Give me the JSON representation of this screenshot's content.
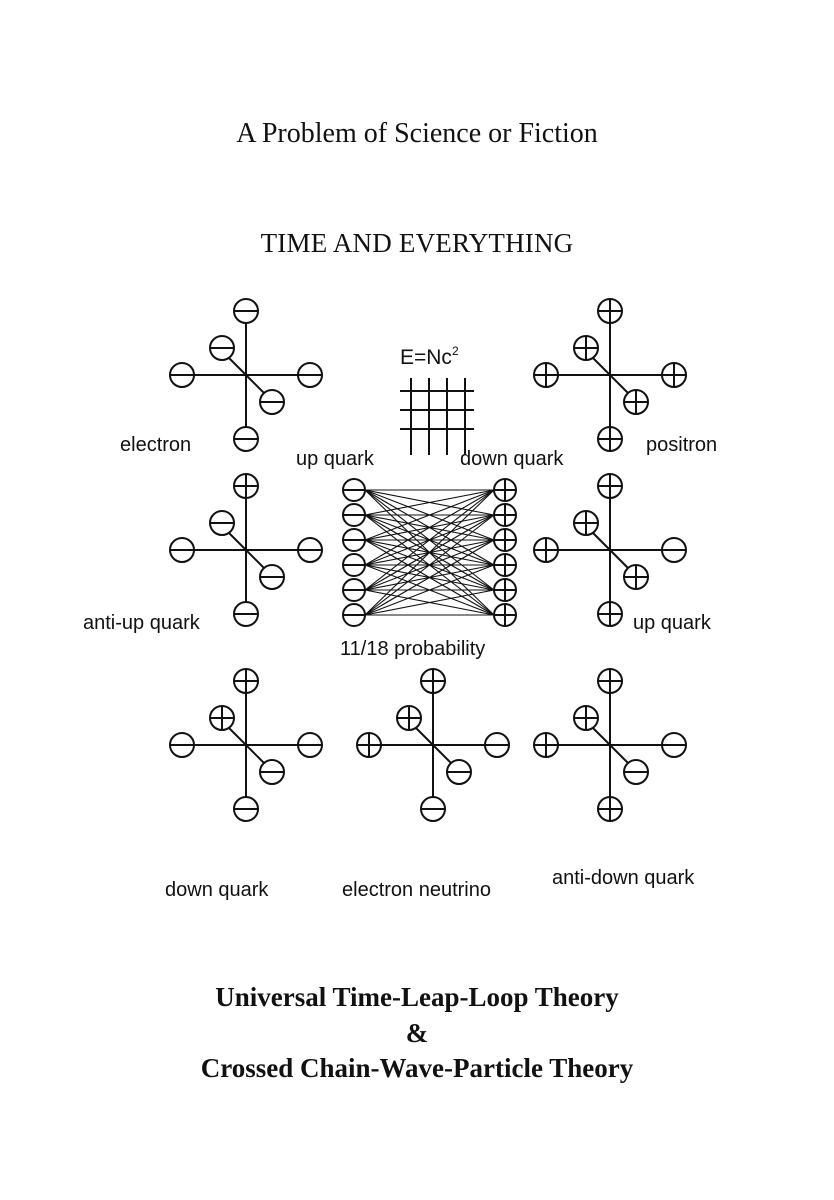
{
  "header": {
    "subtitle": "A Problem of Science or Fiction",
    "title": "TIME AND EVERYTHING"
  },
  "diagram": {
    "equation": {
      "base": "E=Nc",
      "exponent": "2"
    },
    "labels": {
      "electron": "electron",
      "up_quark_top": "up quark",
      "down_quark_top": "down quark",
      "positron": "positron",
      "anti_up_quark": "anti-up quark",
      "up_quark_right": "up quark",
      "probability": "11/18 probability",
      "down_quark_bottom": "down quark",
      "electron_neutrino": "electron neutrino",
      "anti_down_quark": "anti-down quark"
    },
    "particles": [
      {
        "name": "electron",
        "top": "minus",
        "upper_left": "minus",
        "left": "minus",
        "right": "minus",
        "lower_right": "minus",
        "bottom": "minus"
      },
      {
        "name": "positron",
        "top": "plus",
        "upper_left": "plus",
        "left": "plus",
        "right": "plus",
        "lower_right": "plus",
        "bottom": "plus"
      },
      {
        "name": "anti-up quark",
        "top": "plus",
        "upper_left": "minus",
        "left": "minus",
        "right": "minus",
        "lower_right": "minus",
        "bottom": "minus"
      },
      {
        "name": "up quark",
        "top": "plus",
        "upper_left": "plus",
        "left": "plus",
        "right": "minus",
        "lower_right": "plus",
        "bottom": "plus"
      },
      {
        "name": "down quark",
        "top": "plus",
        "upper_left": "plus",
        "left": "minus",
        "right": "minus",
        "lower_right": "minus",
        "bottom": "minus"
      },
      {
        "name": "electron neutrino",
        "top": "plus",
        "upper_left": "plus",
        "left": "plus",
        "right": "minus",
        "lower_right": "minus",
        "bottom": "minus"
      },
      {
        "name": "anti-down quark",
        "top": "plus",
        "upper_left": "plus",
        "left": "plus",
        "right": "minus",
        "lower_right": "minus",
        "bottom": "plus"
      }
    ],
    "network": {
      "left_column": "minus",
      "right_column": "plus",
      "nodes_per_column": 6
    }
  },
  "footer": {
    "line1": "Universal Time-Leap-Loop Theory",
    "line2": "&",
    "line3": "Crossed Chain-Wave-Particle Theory"
  }
}
